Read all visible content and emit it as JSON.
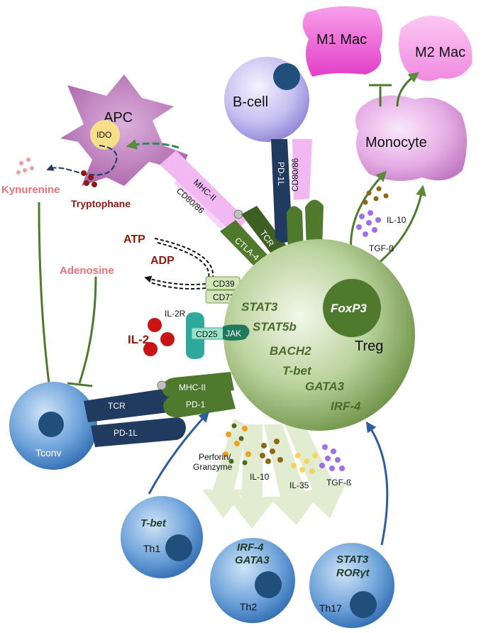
{
  "cells": {
    "apc": "APC",
    "ido": "IDO",
    "bcell": "B-cell",
    "m1": "M1 Mac",
    "m2": "M2 Mac",
    "monocyte": "Monocyte",
    "treg": "Treg",
    "foxp3": "FoxP3",
    "tconv": "Tconv",
    "th1": "Th1",
    "th2": "Th2",
    "th17": "Th17"
  },
  "metabolites": {
    "kynurenine": "Kynurenine",
    "tryptophane": "Tryptophane",
    "atp": "ATP",
    "adp": "ADP",
    "adenosine": "Adenosine",
    "il2": "IL-2"
  },
  "receptors": {
    "mhc2_apc": "MHC-II",
    "cd80_apc": "CD80/86",
    "tcr_apc": "TCR",
    "ctla4_apc": "CTLA-4",
    "pd1l_b": "PD-1L",
    "cd80_b": "CD80/86",
    "pd1_b": "PD-1",
    "ctla4_b": "CTLA-4",
    "cd39": "CD39",
    "cd73": "CD73",
    "il2r": "IL-2R",
    "cd25": "CD25",
    "jak": "JAK",
    "tcr_t": "TCR",
    "pd1l_t": "PD-1L",
    "mhc2_t": "MHC-II",
    "pd1_t": "PD-1"
  },
  "transcription_factors": {
    "stat3": "STAT3",
    "stat5b": "STAT5b",
    "bach2": "BACH2",
    "tbet": "T-bet",
    "gata3": "GATA3",
    "irf4": "IRF-4",
    "th1_tf": "T-bet",
    "th2_tf1": "IRF-4",
    "th2_tf2": "GATA3",
    "th17_tf1": "STAT3",
    "th17_tf2": "RORγt"
  },
  "secreted": {
    "il10_mono": "IL-10",
    "tgfb_mono": "TGF-ß",
    "perforin1": "Perforin/",
    "perforin2": "Granzyme",
    "il10": "IL-10",
    "il35": "IL-35",
    "tgfb": "TGF-ß"
  },
  "colors": {
    "treg": "#8fae6e",
    "receptor_green": "#4f7a2e",
    "receptor_navy": "#203a60",
    "apc": "#b870b8",
    "macrophage": "#f06ad6",
    "tcell": "#5b95d2",
    "red_text": "#8b1a10",
    "pink_text": "#e8707a"
  }
}
